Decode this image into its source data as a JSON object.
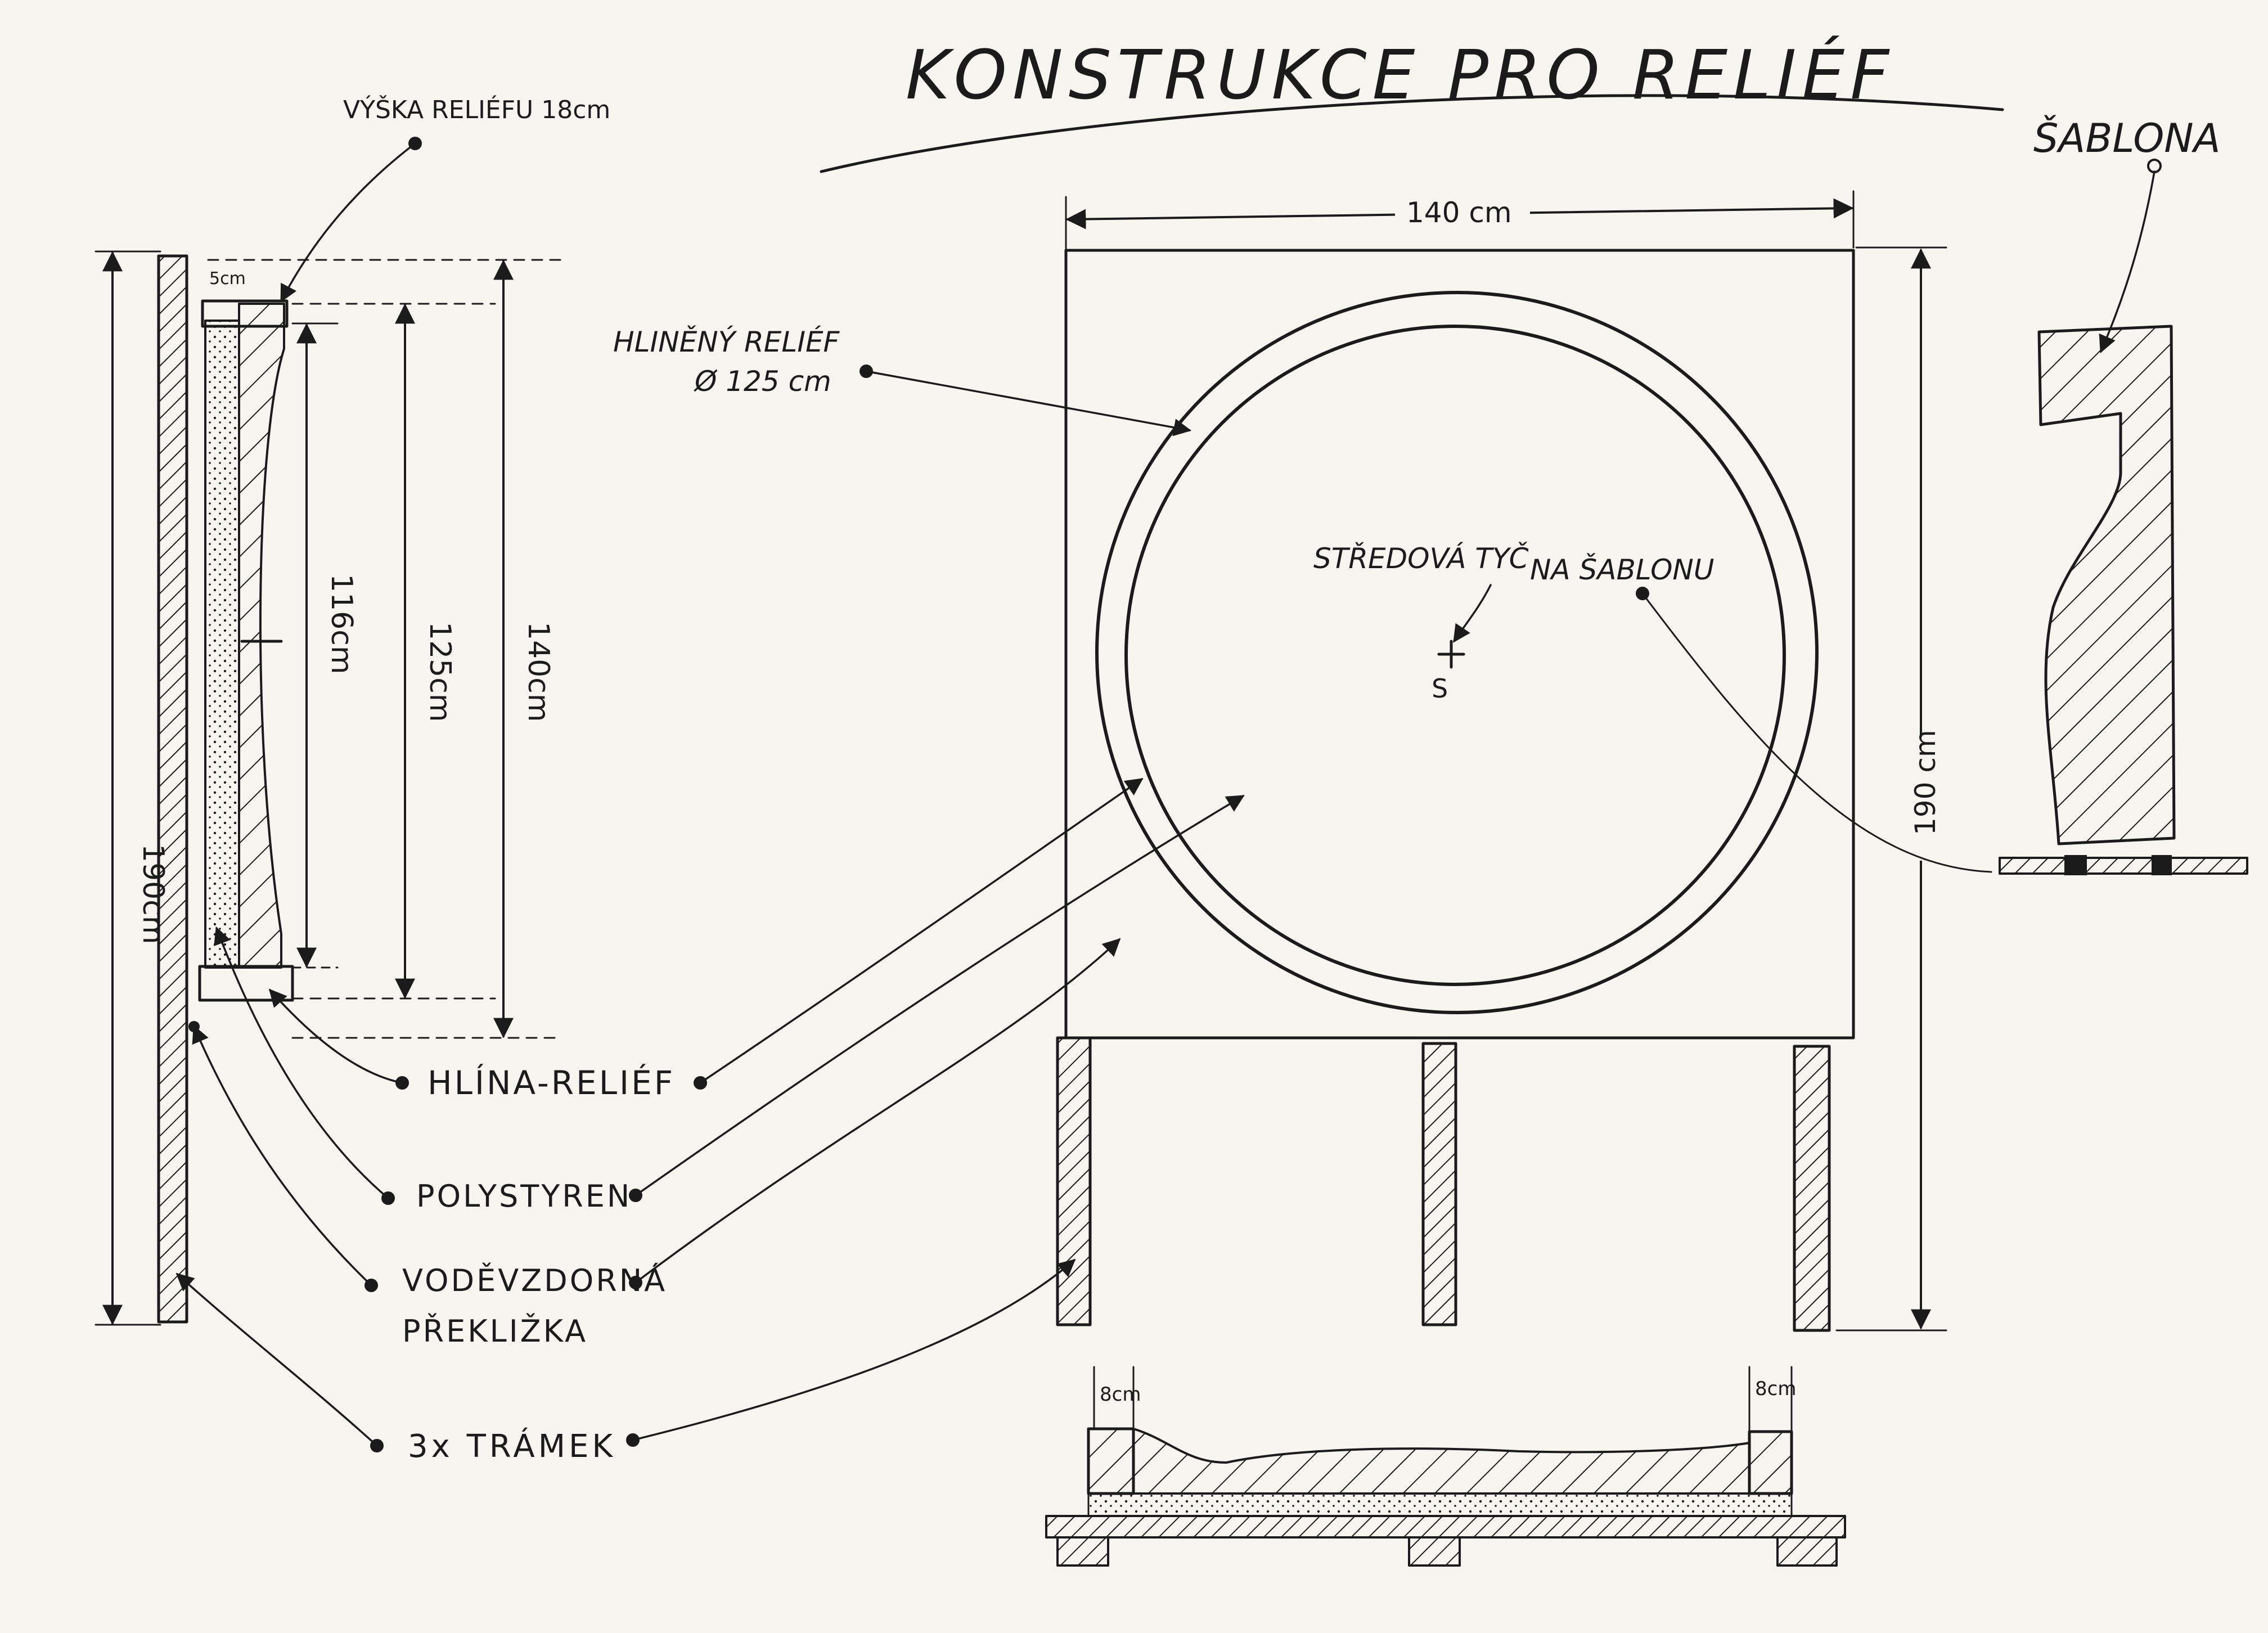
{
  "title": "KONSTRUKCE PRO RELIÉF",
  "side_view": {
    "relief_height_label": "VÝŠKA RELIÉFU 18cm",
    "top_offset": "5cm",
    "dim_116": "116cm",
    "dim_125": "125cm",
    "dim_140": "140cm",
    "dim_190": "190cm"
  },
  "front_view": {
    "width_label": "140 cm",
    "height_label": "190 cm",
    "relief_label_line1": "HLINĚNÝ RELIÉF",
    "relief_label_line2": "Ø 125 cm",
    "center_label_line1": "STŘEDOVÁ TYČ",
    "center_label_line2": "NA ŠABLONU",
    "center_mark": "S"
  },
  "legend": {
    "clay_relief": "HLÍNA-RELIÉF",
    "polystyrene": "POLYSTYREN",
    "plywood_line1": "VODĚVZDORNÁ",
    "plywood_line2": "PŘEKLIŽKA",
    "beams": "3x TRÁMEK"
  },
  "template": {
    "label": "ŠABLONA"
  },
  "section": {
    "left_margin": "8cm",
    "right_margin": "8cm"
  },
  "colors": {
    "ink": "#1b1b1b",
    "paper": "#f7f5ef"
  }
}
